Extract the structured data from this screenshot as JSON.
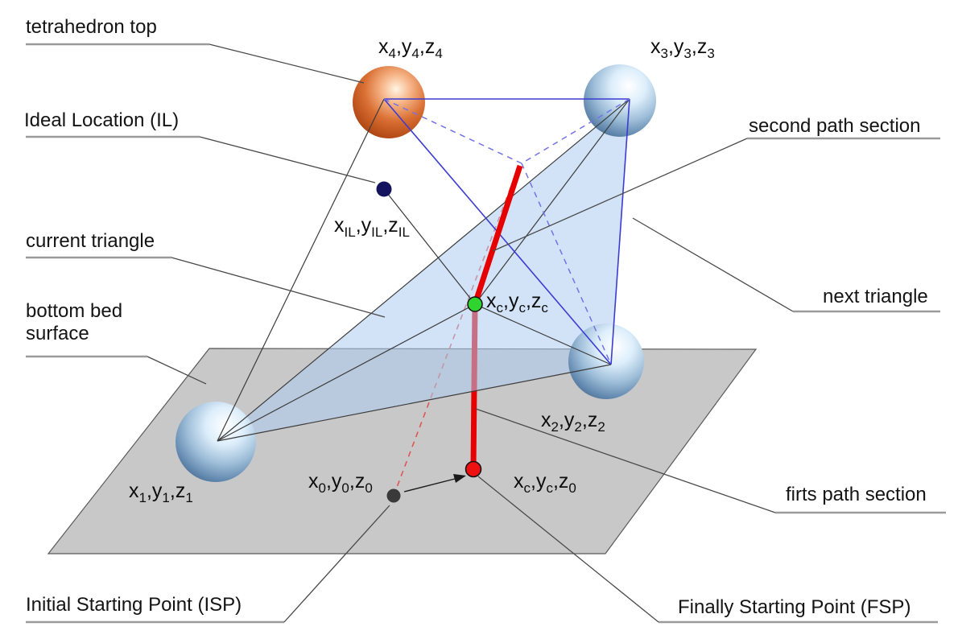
{
  "diagram": {
    "callouts": {
      "tetrahedron_top": "tetrahedron top",
      "ideal_location": "Ideal Location (IL)",
      "current_triangle": "current triangle",
      "bottom_bed_line1": "bottom bed",
      "bottom_bed_line2": "surface",
      "second_path": "second path section",
      "next_triangle": "next triangle",
      "first_path": "firts path section",
      "isp": "Initial Starting Point (ISP)",
      "fsp": "Finally Starting Point (FSP)"
    },
    "points": {
      "p4": [
        {
          "t": "x"
        },
        {
          "t": "4",
          "sub": true
        },
        {
          "t": ",y"
        },
        {
          "t": "4",
          "sub": true
        },
        {
          "t": ",z"
        },
        {
          "t": "4",
          "sub": true
        }
      ],
      "p3": [
        {
          "t": "x"
        },
        {
          "t": "3",
          "sub": true
        },
        {
          "t": ",y"
        },
        {
          "t": "3",
          "sub": true
        },
        {
          "t": ",z"
        },
        {
          "t": "3",
          "sub": true
        }
      ],
      "p2": [
        {
          "t": "x"
        },
        {
          "t": "2",
          "sub": true
        },
        {
          "t": ",y"
        },
        {
          "t": "2",
          "sub": true
        },
        {
          "t": ",z"
        },
        {
          "t": "2",
          "sub": true
        }
      ],
      "p1": [
        {
          "t": "x"
        },
        {
          "t": "1",
          "sub": true
        },
        {
          "t": ",y"
        },
        {
          "t": "1",
          "sub": true
        },
        {
          "t": ",z"
        },
        {
          "t": "1",
          "sub": true
        }
      ],
      "il": [
        {
          "t": "x"
        },
        {
          "t": "IL",
          "sub": true
        },
        {
          "t": ",y"
        },
        {
          "t": "IL",
          "sub": true
        },
        {
          "t": ",z"
        },
        {
          "t": "IL",
          "sub": true
        }
      ],
      "pc": [
        {
          "t": "x"
        },
        {
          "t": "c",
          "sub": true
        },
        {
          "t": ",y"
        },
        {
          "t": "c",
          "sub": true
        },
        {
          "t": ",z"
        },
        {
          "t": "c",
          "sub": true
        }
      ],
      "p0": [
        {
          "t": "x"
        },
        {
          "t": "0",
          "sub": true
        },
        {
          "t": ",y"
        },
        {
          "t": "0",
          "sub": true
        },
        {
          "t": ",z"
        },
        {
          "t": "0",
          "sub": true
        }
      ],
      "pc0": [
        {
          "t": "x"
        },
        {
          "t": "c",
          "sub": true
        },
        {
          "t": ",y"
        },
        {
          "t": "c",
          "sub": true
        },
        {
          "t": ",z"
        },
        {
          "t": "0",
          "sub": true
        }
      ]
    },
    "colors": {
      "path_red": "#e60000",
      "path_red_dashed": "#e05555",
      "green_point": "#2fd42f",
      "fsp_red": "#ee1111",
      "isp_dark": "#3a3a3a",
      "il_navy": "#14145e",
      "plane_fill": "#c8c8c8",
      "plane_stroke": "#5a5a5a",
      "triangle_fill": "rgba(173,204,241,0.55)",
      "edge_blue": "#3c3cd2",
      "edge_blue_dashed": "#7373e6",
      "edge_dark": "#3c3c3c",
      "leader": "#4a4a4a",
      "underline": "#9a9a9a",
      "sphere_blue": "#5c84ac",
      "sphere_orange": "#c25324",
      "arrow_black": "#1a1a1a"
    }
  }
}
